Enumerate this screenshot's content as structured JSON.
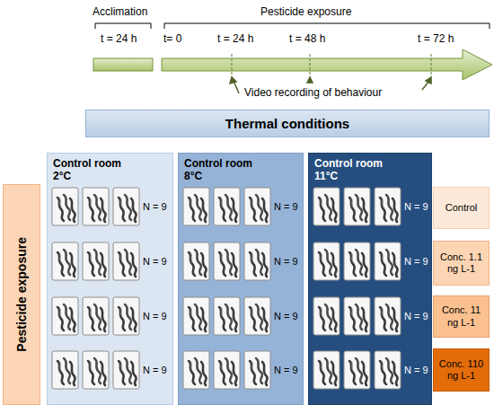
{
  "diagram": {
    "nodes": [
      {
        "text": [
          "Thermal conditions"
        ]
      },
      {
        "text": [
          "Pesticide exposure"
        ]
      },
      {
        "text": [
          "Control room 2°C"
        ]
      },
      {
        "text": [
          "Control room 8°C"
        ]
      },
      {
        "text": [
          "Control room 11°C"
        ]
      },
      {
        "text": [
          "Control"
        ]
      },
      {
        "text": [
          "Conc. 1.1 ng L-1"
        ]
      },
      {
        "text": [
          "Conc. 11 ng L-1"
        ]
      },
      {
        "text": [
          "Conc. 110 ng L-1"
        ]
      }
    ],
    "labels": [
      "Acclimation",
      "Pesticide exposure",
      "t = 24 h",
      "t= 0",
      "t = 24 h",
      "t = 48 h",
      "t = 72 h",
      "Video recording of behaviour",
      "N = 9",
      "N = 9",
      "N = 9",
      "N = 9",
      "N = 9",
      "N = 9",
      "N = 9",
      "N = 9",
      "N = 9",
      "N = 9",
      "N = 9",
      "N = 9"
    ]
  }
}
